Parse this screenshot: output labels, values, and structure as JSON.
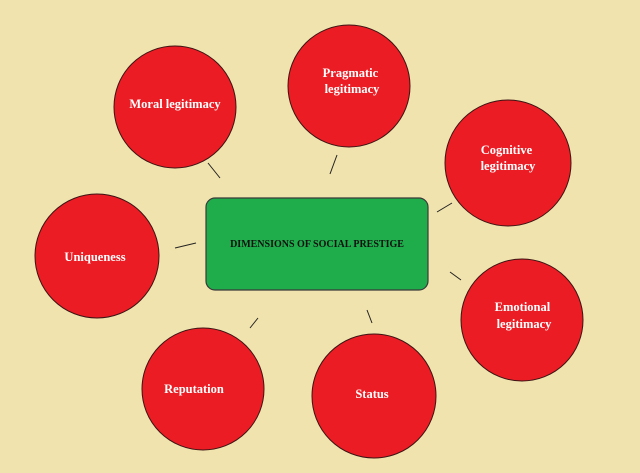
{
  "center": {
    "label": "DIMENSIONS OF SOCIAL PRESTIGE"
  },
  "nodes": [
    {
      "id": "moral-legitimacy",
      "lines": [
        "Moral legitimacy"
      ]
    },
    {
      "id": "pragmatic-legitimacy",
      "lines": [
        "Pragmatic",
        "legitimacy"
      ]
    },
    {
      "id": "cognitive-legitimacy",
      "lines": [
        "Cognitive",
        "legitimacy"
      ]
    },
    {
      "id": "uniqueness",
      "lines": [
        "Uniqueness"
      ]
    },
    {
      "id": "emotional-legitimacy",
      "lines": [
        "Emotional",
        "legitimacy"
      ]
    },
    {
      "id": "reputation",
      "lines": [
        "Reputation"
      ]
    },
    {
      "id": "status",
      "lines": [
        "Status"
      ]
    }
  ],
  "colors": {
    "background": "#f1e3ad",
    "bubble": "#ec1c24",
    "center_box": "#1fad4b",
    "bubble_text": "#ffffff",
    "center_text": "#111111"
  }
}
